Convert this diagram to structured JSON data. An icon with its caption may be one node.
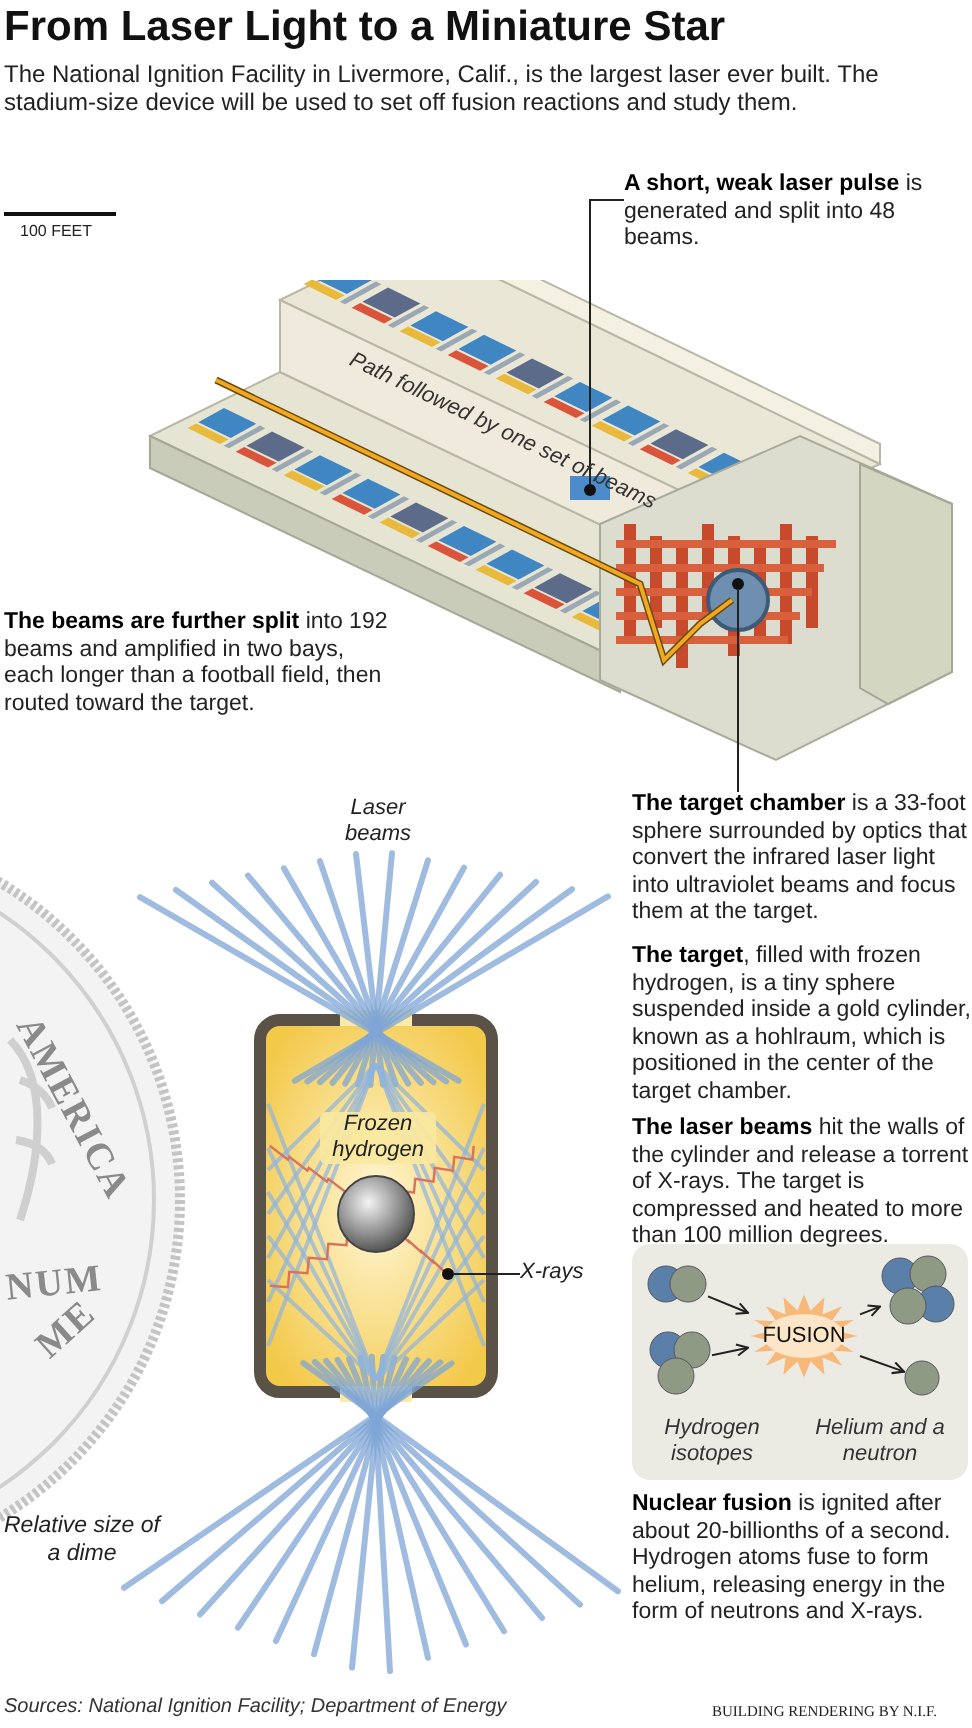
{
  "diagram": {
    "title": "From Laser Light to a Miniature Star",
    "caption": "Sources: National Ignition Facility; Department of Energy",
    "nodes": [
      {
        "text": [
          "**A short, weak laser pulse** is generated and split into 48 beams."
        ]
      },
      {
        "text": [],
        "shape": "picture"
      },
      {
        "text": [],
        "shape": "circle",
        "in": 1
      },
      {
        "text": [],
        "shape": "circle",
        "in": 1
      },
      {
        "text": [
          "**The target chamber** is a 33-foot sphere surrounded by optics that convert the infrared laser light into ultraviolet beams and focus them at the target."
        ]
      },
      {
        "text": [
          "X-rays"
        ]
      },
      {
        "text": [],
        "shape": "circle"
      },
      {
        "text": [
          "Hydrogen isotopes",
          "Helium and a neutron"
        ]
      },
      {
        "text": [],
        "shape": "circle",
        "in": 7
      },
      {
        "text": [],
        "shape": "circle",
        "in": 7
      },
      {
        "text": [
          "FUSION"
        ],
        "in": 7
      },
      {
        "text": [],
        "shape": "circle",
        "in": 7
      },
      {
        "text": [],
        "shape": "circle",
        "in": 7
      }
    ],
    "edges": [
      {
        "from": 0,
        "to": 2,
        "arrow": "none"
      },
      {
        "from": 4,
        "to": 3,
        "arrow": "none"
      },
      {
        "from": 5,
        "to": 6,
        "arrow": "none"
      },
      {
        "from": 8,
        "to": 10,
        "arrow": "to"
      },
      {
        "from": 9,
        "to": 10,
        "arrow": "to"
      },
      {
        "from": 10,
        "to": 11,
        "arrow": "to"
      },
      {
        "from": 10,
        "to": 12,
        "arrow": "to"
      }
    ],
    "labels": [
      "The National Ignition Facility in Livermore, Calif., is the largest laser ever built. The stadium-size device will be used to set off fusion reactions and study them.",
      "100 FEET",
      "Path followed by one set of beams",
      "**The beams are further split** into 192 beams and amplified in two bays, each longer than a football field, then routed toward the target.",
      "Laser beams",
      "AMERICA",
      "**The target**, filled with frozen hydrogen, is a tiny sphere suspended inside a gold cylinder, known as a hohlraum, which is positioned in the center of the target chamber.",
      "Frozen hydrogen",
      "NUM",
      "**The laser beams** hit the walls of the cylinder and release a torrent of X-rays. The target is compressed and heated to more than 100 million degrees.",
      "ME",
      "Relative size of a dime",
      "**Nuclear fusion** is ignited after about 20-billionths of a second. Hydrogen atoms fuse to form helium, releasing energy in the form of neutrons and X-rays.",
      "BUILDING RENDERING BY N.I.F."
    ]
  }
}
